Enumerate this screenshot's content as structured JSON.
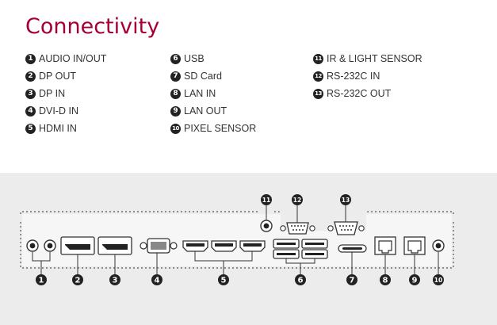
{
  "title": "Connectivity",
  "legend": [
    {
      "num": "1",
      "label": "AUDIO IN/OUT"
    },
    {
      "num": "2",
      "label": "DP OUT"
    },
    {
      "num": "3",
      "label": "DP IN"
    },
    {
      "num": "4",
      "label": "DVI-D IN"
    },
    {
      "num": "5",
      "label": "HDMI IN"
    },
    {
      "num": "6",
      "label": "USB"
    },
    {
      "num": "7",
      "label": "SD Card"
    },
    {
      "num": "8",
      "label": "LAN IN"
    },
    {
      "num": "9",
      "label": "LAN OUT"
    },
    {
      "num": "10",
      "label": "PIXEL SENSOR"
    },
    {
      "num": "11",
      "label": "IR & LIGHT SENSOR"
    },
    {
      "num": "12",
      "label": "RS-232C IN"
    },
    {
      "num": "13",
      "label": "RS-232C OUT"
    }
  ],
  "colors": {
    "title": "#a50034",
    "band": "#ececec",
    "badge": "#222222"
  }
}
